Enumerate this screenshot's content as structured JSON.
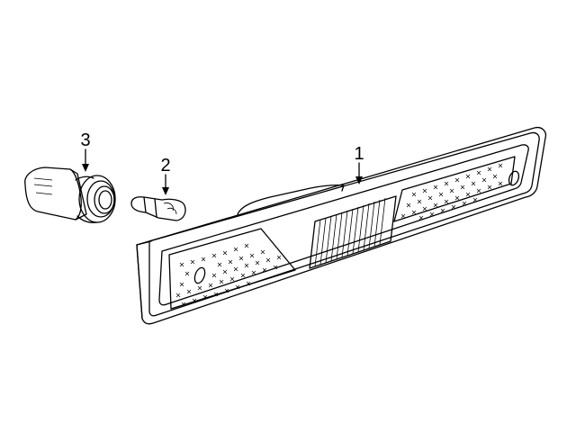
{
  "callouts": [
    {
      "id": "1",
      "label": "1"
    },
    {
      "id": "2",
      "label": "2"
    },
    {
      "id": "3",
      "label": "3"
    }
  ],
  "parts": [
    {
      "callout": "1",
      "icon": "side-marker-lamp-icon"
    },
    {
      "callout": "2",
      "icon": "wedge-bulb-icon"
    },
    {
      "callout": "3",
      "icon": "bulb-socket-icon"
    }
  ]
}
